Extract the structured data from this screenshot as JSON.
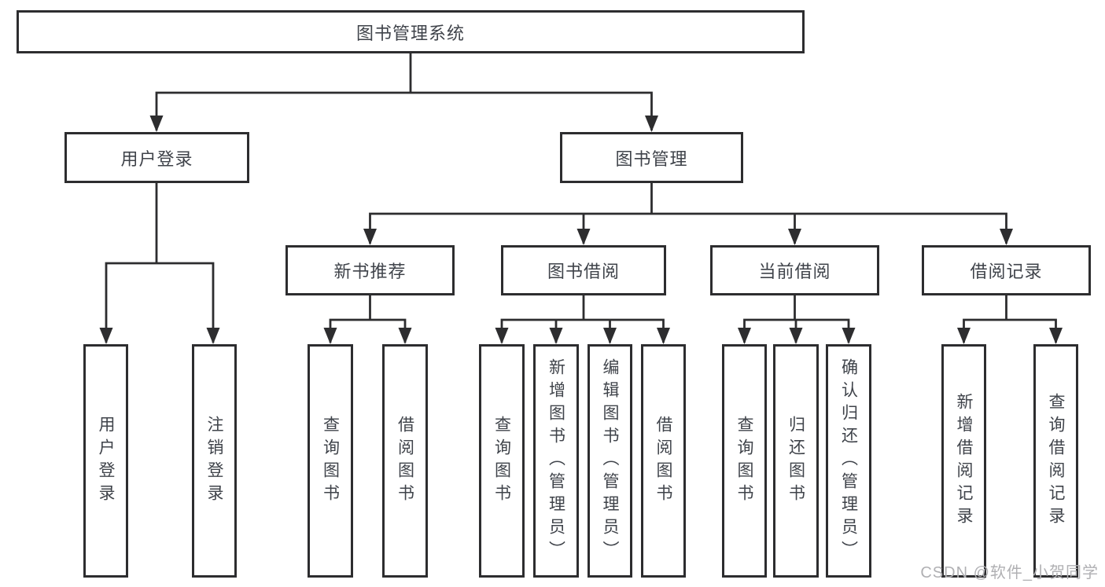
{
  "palette": {
    "line": "#2d2d2f",
    "text": "#3f434a",
    "watermark_color": "#b0b0b3",
    "background": "#ffffff"
  },
  "nodes": {
    "root": "图书管理系统",
    "user": "用户登录",
    "manage": "图书管理",
    "user_children": [
      "用户登录",
      "注销登录"
    ],
    "manage_children": [
      "新书推荐",
      "图书借阅",
      "当前借阅",
      "借阅记录"
    ],
    "recommend_leaves": [
      "查询图书",
      "借阅图书"
    ],
    "borrow_leaves": [
      "查询图书",
      "新增图书（管理员）",
      "编辑图书（管理员）",
      "借阅图书"
    ],
    "current_leaves": [
      "查询图书",
      "归还图书",
      "确认归还（管理员）"
    ],
    "record_leaves": [
      "新增借阅记录",
      "查询借阅记录"
    ]
  },
  "watermark": "CSDN @软件_小贺同学"
}
